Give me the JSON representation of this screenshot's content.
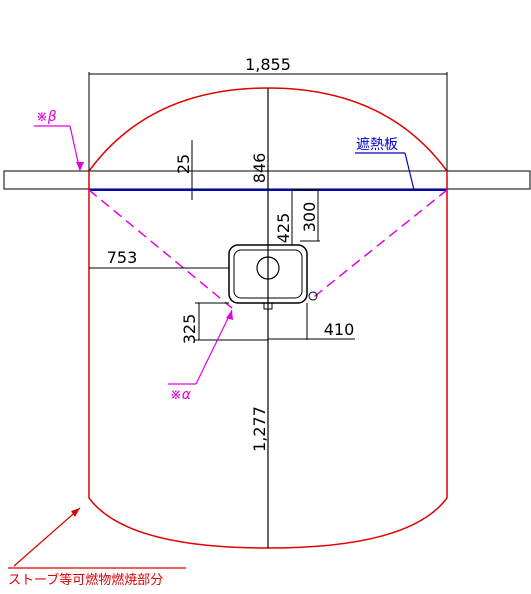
{
  "diagram": {
    "dimensions": {
      "width_total": "1,855",
      "d25": "25",
      "d846": "846",
      "d425": "425",
      "d300": "300",
      "d753": "753",
      "d325": "325",
      "d410": "410",
      "d1277": "1,277"
    },
    "notes": {
      "beta": "※β",
      "alpha": "※α",
      "heat_shield": "遮熱板",
      "stove_zone": "ストーブ等可燃物燃焼部分"
    },
    "colors": {
      "zone_outline": "#e00000",
      "dashed_lines": "#e600e6",
      "heat_shield": "#0000cc",
      "dimension_lines": "#000000"
    }
  }
}
